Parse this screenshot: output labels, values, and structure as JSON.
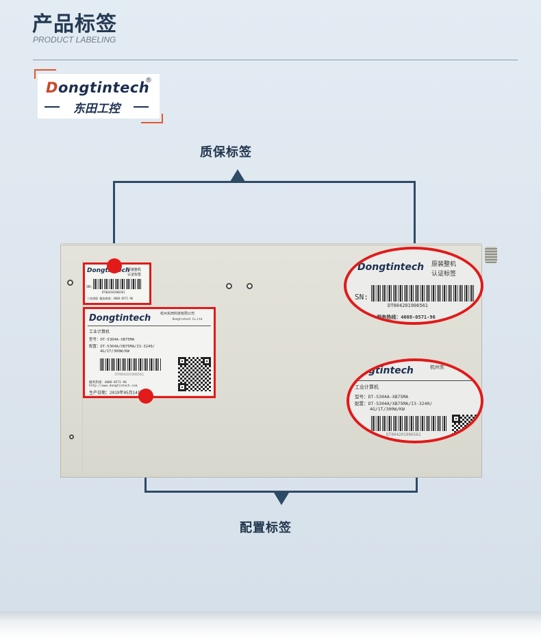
{
  "header": {
    "title": "产品标签",
    "subtitle": "PRODUCT LABELING"
  },
  "logo": {
    "brand_initial": "D",
    "brand_rest": "ongtintech",
    "registered": "®",
    "cn_name": "东田工控"
  },
  "callouts": {
    "warranty_label": "质保标签",
    "config_label": "配置标签"
  },
  "warranty_tag": {
    "brand": "Dongtintech",
    "title_line1": "原装整机",
    "title_line2": "认证标签",
    "sn_prefix": "SN:",
    "serial": "DT004201906561",
    "service_text": "三年质保 服务热线：4008-0571-96"
  },
  "config_tag": {
    "brand": "Dongtintech",
    "company_cn": "杭州东田科技有限公司",
    "company_en": "Dongtintech Co.Ltd",
    "product": "工业计算机",
    "model": "型号：DT-5304A-XB75MA",
    "config_line1": "配置：DT-5304A/XB75MA/I3-3240/",
    "config_line2": "4G/1T/300W/KW",
    "serial": "DT004201906561",
    "hotline": "服务热线：4008-0571-96",
    "website": "http://www.dongtintech.com",
    "date": "生产日期：2019年05月14日"
  },
  "zoom_warranty": {
    "brand": "Dongtintech",
    "title_line1": "原装整机",
    "title_line2": "认证标签",
    "sn_prefix": "SN:",
    "serial": "DT004201906561",
    "service_text": "质保  服务热线：4008-0571-96"
  },
  "zoom_config": {
    "brand_partial": "ngtintech",
    "company_partial": "杭州东",
    "product": "工业计算机",
    "model": "型号：DT-5304A-XB75MA",
    "config_line1": "配置：DT-5304A/XB75MA/I3-3240/",
    "config_line2": "4G/1T/300W/KW",
    "serial": "DT004201906561"
  },
  "colors": {
    "accent_red": "#e01a1a",
    "connector_navy": "#2d4a66",
    "title_navy": "#243a52",
    "logo_orange": "#e0572a"
  }
}
